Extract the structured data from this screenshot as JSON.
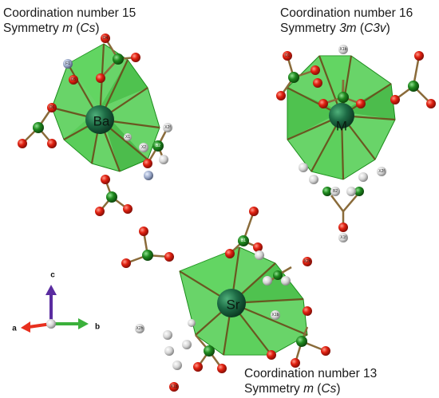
{
  "captions": {
    "ba": {
      "line1": "Coordination number 15",
      "sym_prefix": "Symmetry ",
      "sym_italic": "m",
      "sym_open": " (",
      "sym_italic2": "Cs",
      "sym_close": ")"
    },
    "m": {
      "line1": "Coordination number 16",
      "sym_prefix": "Symmetry ",
      "sym_italic": "3m",
      "sym_open": " (",
      "sym_italic2": "C3v",
      "sym_close": ")"
    },
    "sr": {
      "line1": "Coordination number 13",
      "sym_prefix": "Symmetry ",
      "sym_italic": "m",
      "sym_open": " (",
      "sym_italic2": "Cs",
      "sym_close": ")"
    }
  },
  "centers": {
    "ba": "Ba",
    "m": "M",
    "sr": "Sr"
  },
  "atom_labels": {
    "oxygen": [
      "O1",
      "O2",
      "O3",
      "O4",
      "O5",
      "O6",
      "O7"
    ],
    "boron": [
      "B1",
      "B2",
      "B3"
    ],
    "halide": [
      "X1",
      "X2",
      "X1f",
      "X2f",
      "X2b",
      "X1b",
      "X2h",
      "F1"
    ]
  },
  "axes": {
    "a": "a",
    "b": "b",
    "c": "c"
  },
  "colors": {
    "polyhedron": "#2fc42f",
    "oxygen": "#e02010",
    "boron": "#1f8a1f",
    "halide": "#d8d8d8",
    "center": "#1d6b45",
    "axis_a": "#e8301f",
    "axis_b": "#3bb03b",
    "axis_c": "#5a2ca0"
  }
}
